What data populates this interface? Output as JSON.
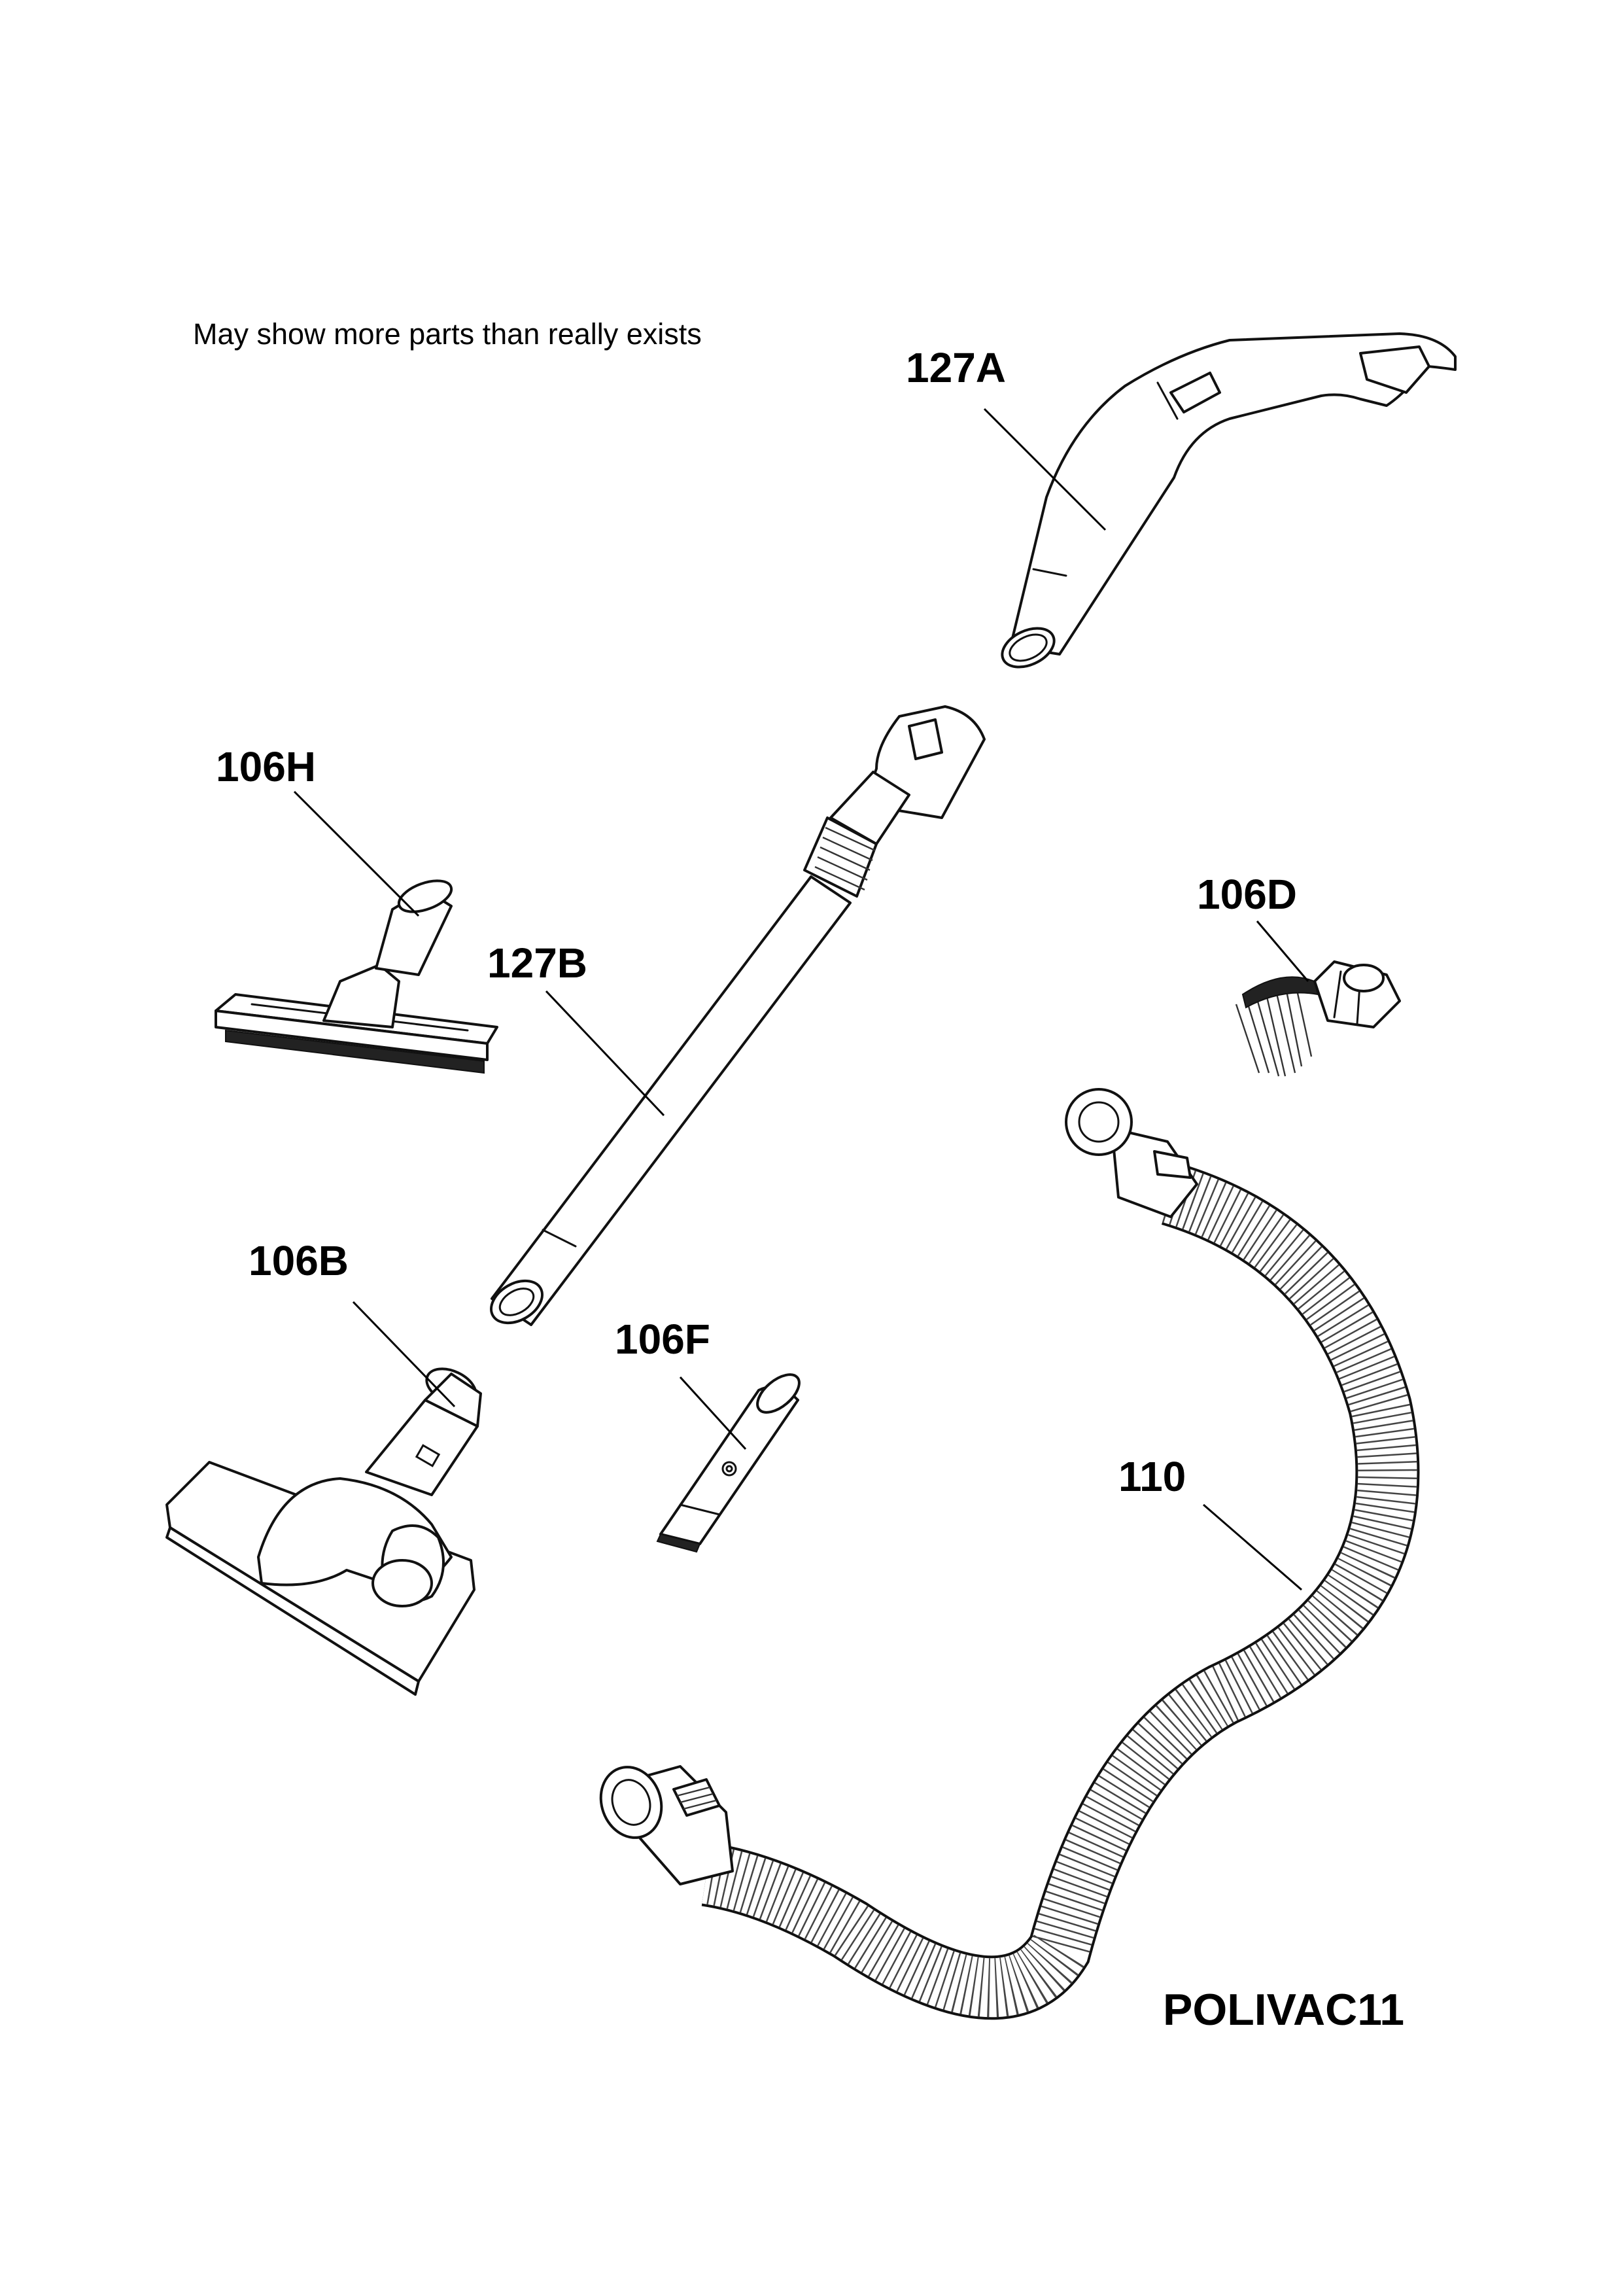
{
  "note": "May show more parts than really exists",
  "drawing_id": "POLIVAC11",
  "callouts": {
    "p127a": "127A",
    "p127b": "127B",
    "p106h": "106H",
    "p106d": "106D",
    "p106b": "106B",
    "p106f": "106F",
    "p110": "110"
  }
}
